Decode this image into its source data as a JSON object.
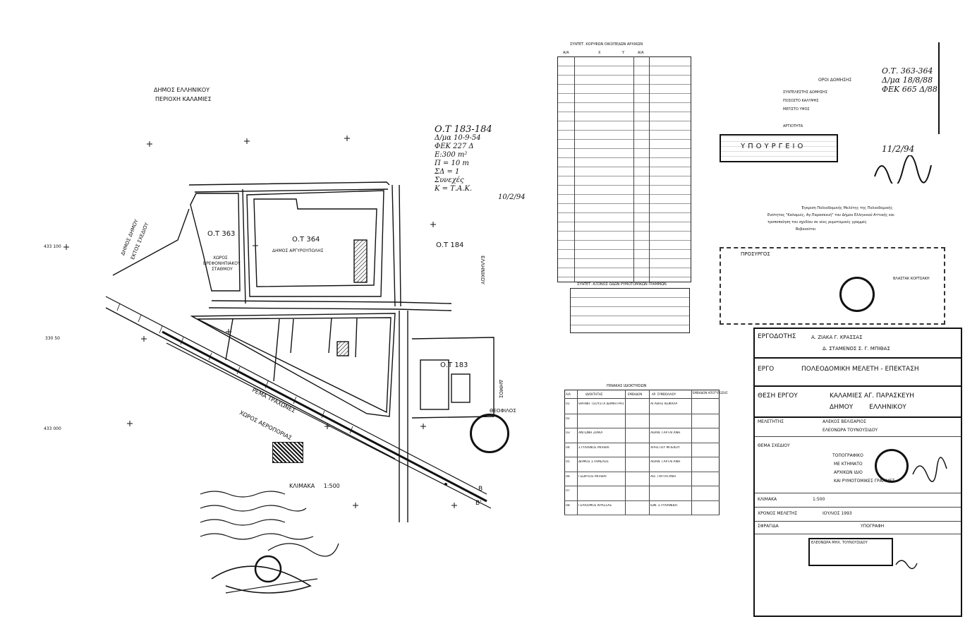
{
  "plan": {
    "municipality_line1": "ΔΗΜΟΣ ΕΛΛΗΝΙΚΟΥ",
    "municipality_line2": "ΠΕΡΙΟΧΗ ΚΑΛΑΜΙΕΣ",
    "block_363": "Ο.Τ 363",
    "block_364": "Ο.Τ 364",
    "block_364_owner": "ΔΗΜΟΣ ΑΡΓΥΡΟΥΠΟΛΗΣ",
    "block_184": "Ο.Τ 184",
    "block_183": "Ο.Τ 183",
    "block_363_use_line1": "ΧΩΡΟΣ",
    "block_363_use_line2": "ΒΡΕΦΟΝΗΠΙΑΚΟΥ",
    "block_363_use_line3": "ΣΤΑΘΜΟΥ",
    "outside_plan_line1": "ΔΗΜΟΣ ΔΗΜΟΥ",
    "outside_plan_line2": "ΕΚΤΟΣ ΣΧΕΔΙΟΥ",
    "road_ellinikou": "ΕΛΛΗΝΙΚΟΥ",
    "road_dimos": "ΔΗΜΟΣ",
    "stream_label": "ΡΕΜΑ ΤΡΑΧΩΝΕΣ",
    "airforce_label": "ΧΩΡΟΣ ΑΕΡΟΠΟΡΙΑΣ",
    "scale_label": "ΚΛΙΜΑΚΑ 1:500",
    "seal_title": "ΘΕΟΦΙΛΟΣ",
    "point_b": "Β",
    "point_b_prime": "Β'",
    "y_axis_1": "433 100",
    "y_axis_2": "330 50",
    "y_axis_3": "433 000"
  },
  "handwritten_ot": {
    "line1": "Ο.Τ 183-184",
    "line2": "Δ/μα 10-9-54",
    "line3": "ΦΕΚ 227 Δ",
    "line4": "Ε:300 m²",
    "line5": "Π = 10 m",
    "line6": "ΣΔ = 1",
    "line7": "Συνεχές",
    "line8": "Κ = Τ.Α.Κ.",
    "date": "10/2/94"
  },
  "coord_table": {
    "title": "ΣΥΝΤΕΤ. ΚΟΡΥΦΩΝ ΟΙΚΟΠΕΔΩΝ ΑΡΧΙΚΩΝ",
    "col_aa": "Α/Α",
    "col_x": "X",
    "col_y": "Y",
    "col_aa2": "Α/Α",
    "lower_title": "ΣΥΝΤΕΤ. ΑΞΟΝΟΣ ΟΔΩΝ ΡΥΜΟΤΟΜΙΚΩΝ ΓΡΑΜΜΩΝ"
  },
  "owners_table": {
    "title": "ΠΙΝΑΚΑΣ ΙΔΙΟΚΤΗΣΙΩΝ",
    "col_aa": "Α/Α",
    "col_owner": "ΙΔΙΟΚΤΗΤΗΣ",
    "col_area": "ΕΜΒΑΔΟΝ",
    "col_contract": "ΑΡ. ΣΥΜΒΟΛΑΙΟΥ",
    "col_area2": "ΕΜΒΑΔΟΝ ΑΠΟΤΥΠΩΣΗΣ",
    "rows": [
      {
        "aa": "01",
        "owner": "ΘΡΗΝΗ ΤΣΟΥΣΤΑ ΔΗΜΗΤΡΗΣ ΤΣΟΥΣΤΑ",
        "area": "",
        "contract": "ΑΓΑΘΗΣ ΚΕΦΑΛΑ",
        "area2": ""
      },
      {
        "aa": "02",
        "owner": "",
        "area": "",
        "contract": "",
        "area2": ""
      },
      {
        "aa": "03",
        "owner": "ΑΝΤΩΝΗ ΖΙΑΚΑ",
        "area": "",
        "contract": "ΑΘΑΝ. ΓΑΡΤΑΓΑΝΗ",
        "area2": ""
      },
      {
        "aa": "04",
        "owner": "ΣΤΥΛΙΑΝΟΣ ΜΠΙΘΑΙ",
        "area": "",
        "contract": "ΧΡΗΣΤΟΥ ΜΠΕΚΟΥ",
        "area2": ""
      },
      {
        "aa": "05",
        "owner": "ΔΗΜΟΣ ΣΤΑΜΕΛΟΣ",
        "area": "",
        "contract": "ΑΘΑΝ. ΓΑΡΤΑΓΑΝΗ",
        "area2": ""
      },
      {
        "aa": "06",
        "owner": "ΓΕΩΡΓΙΟΣ ΜΠΙΘΑΙ",
        "area": "",
        "contract": "ΑΘ. ΓΑΡΤΑΓΑΝΗ",
        "area2": ""
      },
      {
        "aa": "07",
        "owner": "",
        "area": "",
        "contract": "",
        "area2": ""
      },
      {
        "aa": "08",
        "owner": "ΓΕΡΑΣΙΜΟΣ ΚΡΑΣΣΑΣ",
        "area": "",
        "contract": "ΙΩΝ. ΣΤΥΛΙΑΝΙΔΗ",
        "area2": ""
      }
    ]
  },
  "building_terms": {
    "header": "ΟΡΟΙ ΔΟΜΗΣΗΣ",
    "coverage_label": "ΣΥΝΤΕΛΕΣΤΗΣ ΔΟΜΗΣΗΣ",
    "ratio_label": "ΠΟΣΟΣΤΟ ΚΑΛΥΨΗΣ",
    "height_label": "ΜΕΓΙΣΤΟ ΥΨΟΣ",
    "integrity_label": "ΑΡΤΙΟΤΗΤΑ",
    "ot_ref_line1": "Ο.Τ. 363-364",
    "ot_ref_line2": "Δ/μα 18/8/88",
    "ot_ref_line3": "ΦΕΚ 665 Δ/88",
    "ministry_title": "ΥΠΟΥΡΓΕΙΟ",
    "approval_date": "11/2/94",
    "approval_line1": "Έγκριση Πολεοδομικής Μελέτης της Πολεοδομικής",
    "approval_line2": "Ενότητας \"Καλαμιές, Αγ.Παρασκευή\" του Δήμου Ελληνικού Αττικής και",
    "approval_line3": "τροποποίηση του σχεδίου σε νέες ρυμοτομικές γραμμές",
    "certified": "Βεβαιούται",
    "stamp_office": "ΠΡΟΣΥΡΓΟΣ",
    "stamp_name": "ΒΛΑΣΤΑΚ ΚΟΡΤΣΑΚΗ"
  },
  "title_block": {
    "client_label": "ΕΡΓΟΔΟΤΗΣ",
    "client_value": "Α. ΖΙΑΚΑ  Γ. ΚΡΑΣΣΑΣ",
    "client_value2": "Δ. ΣΤΑΜΕΝΟΣ  Σ. Γ. ΜΠΙΘΑΣ",
    "project_label": "ΕΡΓΟ",
    "project_value": "ΠΟΛΕΟΔΟΜΙΚΗ ΜΕΛΕΤΗ - ΕΠΕΚΤΑΣΗ",
    "location_label": "ΘΕΣΗ ΕΡΓΟΥ",
    "location_value": "ΚΑΛΑΜΙΕΣ  ΑΓ. ΠΑΡΑΣΚΕΥΗ",
    "location_value2": "ΔΗΜΟΥ ΕΛΛΗΝΙΚΟΥ",
    "designer_label": "ΜΕΛΕΤΗΤΗΣ",
    "designer_value": "ΑΛΕΚΟΣ ΒΕΛΙΣΑΡΙΟΣ",
    "designer_value2": "ΕΛΕΟΝΩΡΑ ΤΟΥΝΟΥΣΙΔΟΥ",
    "subject_label": "ΘΕΜΑ ΣΧΕΔΙΟΥ",
    "subject_line1": "ΤΟΠΟΓΡΑΦΙΚΟ",
    "subject_line2": "ΜΕ ΚΤΗΜΑΤΟ",
    "subject_line3": "ΑΡΧΙΚΩΝ ΙΔΙΟ",
    "subject_line4": "ΚΑΙ ΡΥΜΟΤΟΜΙΚΕΣ ΓΡΑΜΜΕΣ",
    "scale_label": "ΚΛΙΜΑΚΑ",
    "scale_value": "1:500",
    "year_label": "ΧΡΟΝΟΣ ΜΕΛΕΤΗΣ",
    "year_value": "ΙΟΥΛΙΟΣ 1993",
    "seal_label": "ΣΦΡΑΓΙΔΑ",
    "signature_label": "ΥΠΟΓΡΑΦΗ",
    "firm_stamp": "ΕΛΕΟΝΩΡΑ ΜΗΧ. ΤΟΥΝΟΥΣΙΔΟΥ"
  }
}
